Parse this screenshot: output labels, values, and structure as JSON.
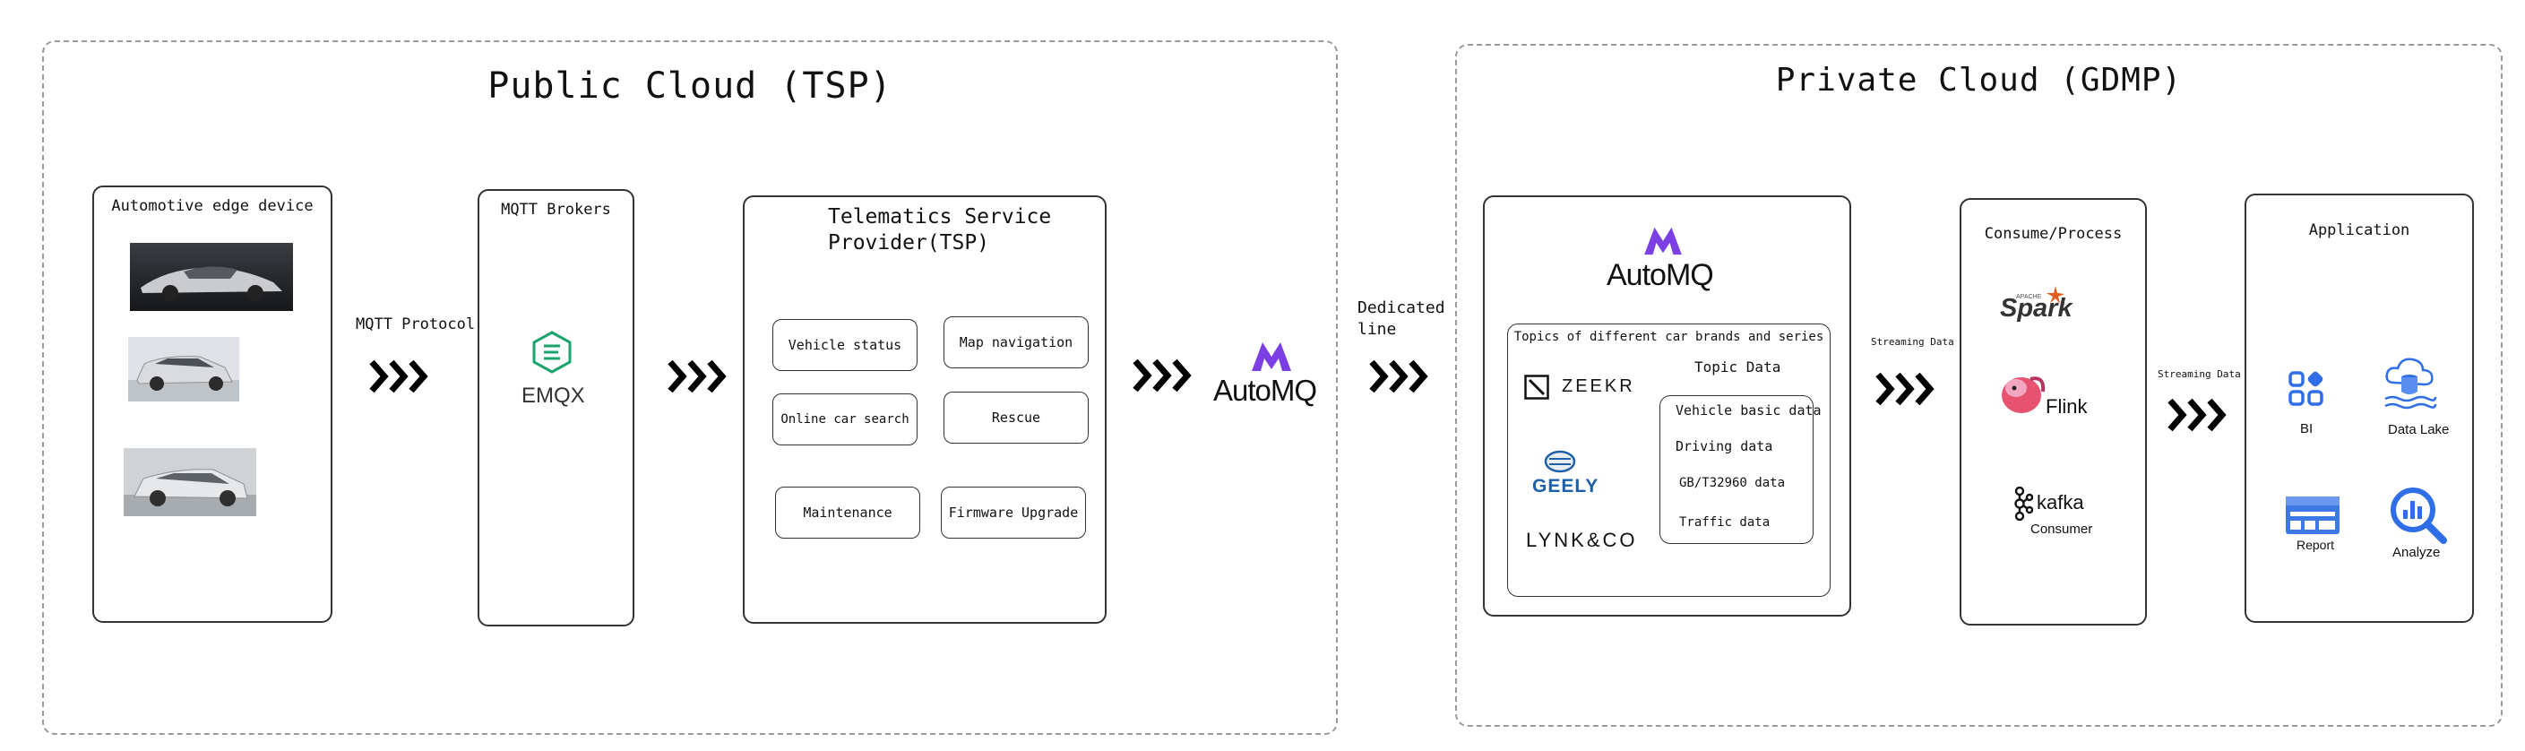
{
  "public_cloud": {
    "title": "Public Cloud (TSP)",
    "edge_device": {
      "title": "Automotive edge device"
    },
    "protocol_label": "MQTT Protocol",
    "brokers": {
      "title": "MQTT Brokers",
      "logo_text": "EMQX"
    },
    "tsp": {
      "title_line1": "Telematics Service",
      "title_line2": "Provider(TSP)",
      "services": [
        "Vehicle status",
        "Map navigation",
        "Online car search",
        "Rescue",
        "Maintenance",
        "Firmware Upgrade"
      ]
    },
    "automq_logo_text": "AutoMQ"
  },
  "dedicated_line": {
    "line1": "Dedicated",
    "line2": "line"
  },
  "private_cloud": {
    "title": "Private Cloud (GDMP)",
    "automq": {
      "logo_text": "AutoMQ",
      "topics_title": "Topics of different car brands and series",
      "brands": [
        "ZEEKR",
        "GEELY",
        "LYNK&CO"
      ],
      "topic_data_title": "Topic Data",
      "topic_items": [
        "Vehicle basic data",
        "Driving data",
        "GB/T32960 data",
        "Traffic data"
      ]
    },
    "streaming_label_1": "Streaming Data",
    "consume": {
      "title": "Consume/Process",
      "spark_apache": "APACHE",
      "spark": "Spark",
      "flink": "Flink",
      "kafka": "kafka",
      "kafka_sub": "Consumer"
    },
    "streaming_label_2": "Streaming Data",
    "application": {
      "title": "Application",
      "items": [
        "BI",
        "Data Lake",
        "Report",
        "Analyze"
      ]
    }
  },
  "colors": {
    "automq_purple": "#7b3fe4",
    "emqx_green": "#1aa36b",
    "spark_orange": "#e25a1c",
    "flink_pink": "#e6526f",
    "geely_blue": "#1d5fa8",
    "app_blue": "#2f6ee6"
  }
}
